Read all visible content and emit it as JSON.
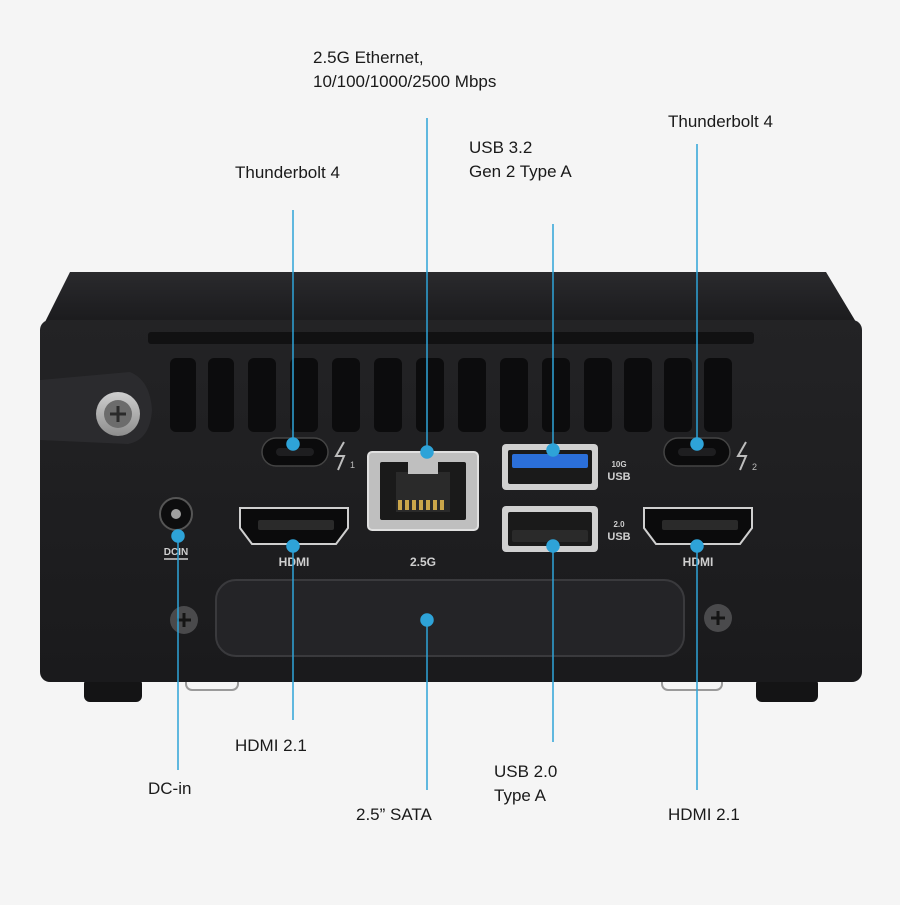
{
  "callouts": {
    "ethernet": {
      "line1": "2.5G Ethernet,",
      "line2": "10/100/1000/2500 Mbps"
    },
    "usb32": {
      "line1": "USB 3.2",
      "line2": "Gen 2 Type A"
    },
    "tb4_left": {
      "label": "Thunderbolt 4"
    },
    "tb4_right": {
      "label": "Thunderbolt 4"
    },
    "hdmi_left": {
      "label": "HDMI 2.1"
    },
    "hdmi_right": {
      "label": "HDMI 2.1"
    },
    "dcin": {
      "label": "DC-in"
    },
    "sata": {
      "label": "2.5” SATA"
    },
    "usb20": {
      "line1": "USB 2.0",
      "line2": "Type A"
    }
  },
  "device_labels": {
    "tb_num_1": "1",
    "tb_num_2": "2",
    "usb_10g": "10G",
    "usb_10g_sub": "USB",
    "usb_20": "2.0",
    "usb_20_sub": "USB",
    "lan": "2.5G",
    "hdmi_left": "HDMI",
    "hdmi_right": "HDMI",
    "dcin": "DCIN"
  },
  "colors": {
    "background": "#f5f5f5",
    "chassis": "#1b1b1d",
    "chassis_face": "#202022",
    "accent": "#2ea3d8",
    "usb3_blue": "#2b6fd9",
    "text": "#1a1a1a"
  }
}
